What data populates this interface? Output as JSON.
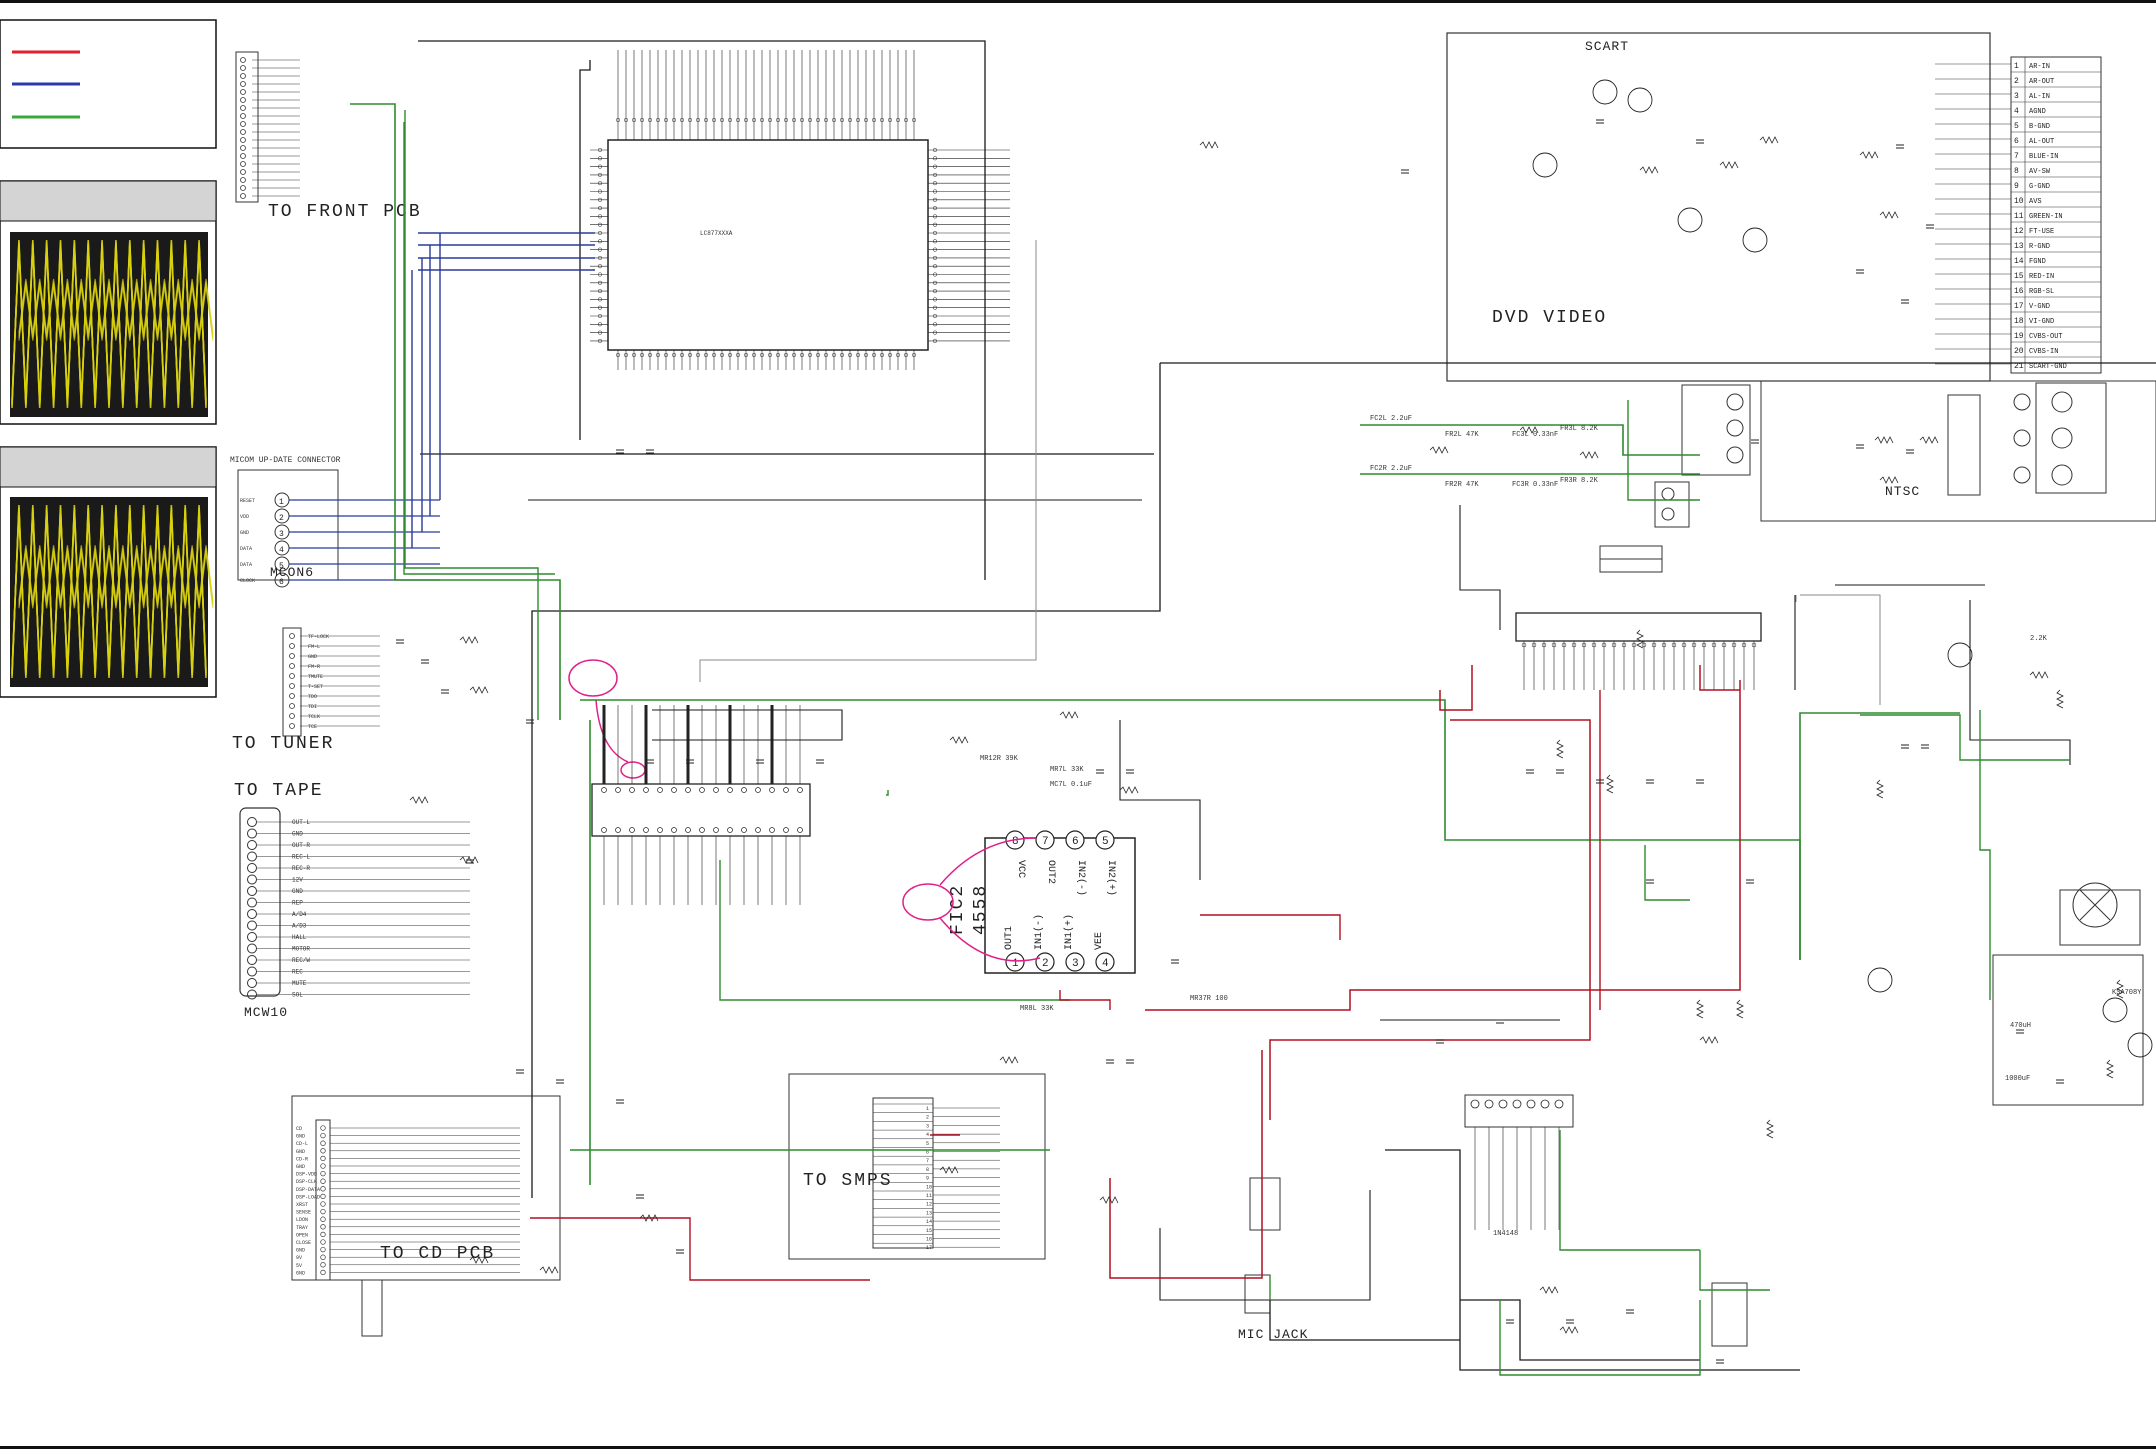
{
  "legend": {
    "colors": [
      "#e0202a",
      "#2a3aa8",
      "#3aa83a"
    ]
  },
  "wire_colors": {
    "black": "#1a1a1a",
    "green": "#2f8a2f",
    "blue": "#2a3a9a",
    "red": "#b01020",
    "magenta": "#e0208a",
    "gray": "#8a8a8a",
    "scope_trace": "#d8d010",
    "scope_bg": "#1a1a1a"
  },
  "blocks": {
    "front_pcb": "TO FRONT PCB",
    "micom_connector": "MICOM UP-DATE CONNECTOR",
    "mcon": "MCON6",
    "tuner": "TO TUNER",
    "tape": "TO TAPE",
    "tape_conn": "MCW10",
    "cd_pcb": "TO CD PCB",
    "smps": "TO SMPS",
    "scart": "SCART",
    "dvd_video": "DVD VIDEO",
    "ntsc": "NTSC",
    "mic_jack": "MIC JACK",
    "main_ic": "LC877XXXA"
  },
  "ic_fic2": {
    "ref": "FIC2",
    "part": "4558",
    "top_pins": [
      {
        "num": "8",
        "name": "VCC"
      },
      {
        "num": "7",
        "name": "OUT2"
      },
      {
        "num": "6",
        "name": "IN2(-)"
      },
      {
        "num": "5",
        "name": "IN2(+)"
      }
    ],
    "bottom_pins": [
      {
        "num": "1",
        "name": "OUT1"
      },
      {
        "num": "2",
        "name": "IN1(-)"
      },
      {
        "num": "3",
        "name": "IN1(+)"
      },
      {
        "num": "4",
        "name": "VEE"
      }
    ]
  },
  "micom_pins": [
    {
      "num": "1",
      "name": "RESET"
    },
    {
      "num": "2",
      "name": "VDD"
    },
    {
      "num": "3",
      "name": "GND"
    },
    {
      "num": "4",
      "name": "DATA"
    },
    {
      "num": "5",
      "name": "DATA"
    },
    {
      "num": "6",
      "name": "CLOCK"
    }
  ],
  "scart_pins": [
    {
      "num": "1",
      "name": "AR-IN"
    },
    {
      "num": "2",
      "name": "AR-OUT"
    },
    {
      "num": "3",
      "name": "AL-IN"
    },
    {
      "num": "4",
      "name": "AGND"
    },
    {
      "num": "5",
      "name": "B-GND"
    },
    {
      "num": "6",
      "name": "AL-OUT"
    },
    {
      "num": "7",
      "name": "BLUE-IN"
    },
    {
      "num": "8",
      "name": "AV-SW"
    },
    {
      "num": "9",
      "name": "G-GND"
    },
    {
      "num": "10",
      "name": "AVS"
    },
    {
      "num": "11",
      "name": "GREEN-IN"
    },
    {
      "num": "12",
      "name": "FT-USE"
    },
    {
      "num": "13",
      "name": "R-GND"
    },
    {
      "num": "14",
      "name": "FGND"
    },
    {
      "num": "15",
      "name": "RED-IN"
    },
    {
      "num": "16",
      "name": "RGB-SL"
    },
    {
      "num": "17",
      "name": "V-GND"
    },
    {
      "num": "18",
      "name": "VI-GND"
    },
    {
      "num": "19",
      "name": "CVBS-OUT"
    },
    {
      "num": "20",
      "name": "CVBS-IN"
    },
    {
      "num": "21",
      "name": "SCART-GND"
    }
  ],
  "tape_pins": [
    "OUT-L",
    "GND",
    "OUT-R",
    "REC-L",
    "REC-R",
    "12V",
    "GND",
    "REP",
    "A/D4",
    "A/D3",
    "HALL",
    "MOTOR",
    "REC/W",
    "REC",
    "MUTE",
    "SOL"
  ],
  "tuner_pins": [
    "TF-LOCK",
    "FM-L",
    "GND",
    "FM-R",
    "TMUTE",
    "T-SET",
    "TDO",
    "TDI",
    "TCLK",
    "TCE"
  ],
  "cd_pins": [
    "CD",
    "GND",
    "CD-L",
    "GND",
    "CD-R",
    "GND",
    "DSP-VDD",
    "DSP-CLK",
    "DSP-DATA",
    "DSP-LOAD",
    "XRST",
    "SENSE",
    "LDON",
    "TRAY",
    "OPEN",
    "CLOSE",
    "GND",
    "9V",
    "5V",
    "GND"
  ],
  "smps_pins": [
    "1",
    "2",
    "3",
    "4",
    "5",
    "6",
    "7",
    "8",
    "9",
    "10",
    "11",
    "12",
    "13",
    "14",
    "15",
    "16",
    "17"
  ],
  "annotations": [
    {
      "text": "FC2L 2.2uF"
    },
    {
      "text": "FC2R 2.2uF"
    },
    {
      "text": "FR2L 47K"
    },
    {
      "text": "FR2R 47K"
    },
    {
      "text": "FC3L 0.33nF"
    },
    {
      "text": "FC3R 0.33nF"
    },
    {
      "text": "FR3L 8.2K"
    },
    {
      "text": "FR3R 8.2K"
    },
    {
      "text": "MR7L 33K"
    },
    {
      "text": "MC7L 0.1uF"
    },
    {
      "text": "MR8L 33K"
    },
    {
      "text": "MR12R 39K"
    },
    {
      "text": "MR37R 100"
    },
    {
      "text": "1N4148"
    },
    {
      "text": "KSA708Y"
    },
    {
      "text": "470uH"
    },
    {
      "text": "1000uF"
    },
    {
      "text": "2.2K"
    }
  ]
}
